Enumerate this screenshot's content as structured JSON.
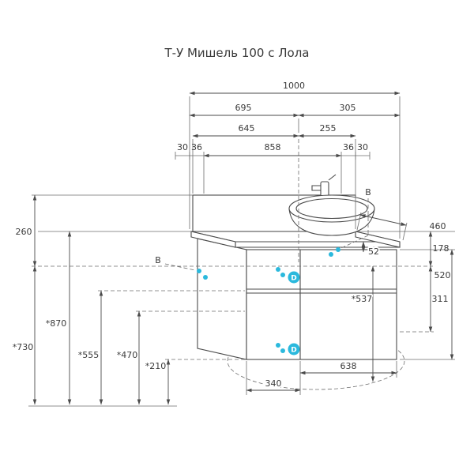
{
  "title": "Т-У Мишель 100 с Лола",
  "colors": {
    "line": "#4a4a4a",
    "accent": "#2bb9dd"
  },
  "dimensions": {
    "total_width": "1000",
    "span_left": "695",
    "span_right": "305",
    "inner_span_left": "645",
    "inner_span_right": "255",
    "edge_offset_left": "30",
    "mount_offset_left": "36",
    "panel_width": "858",
    "mount_offset_right": "36",
    "edge_offset_right": "30",
    "backsplash_height": "260",
    "height_counter_floor": "*870",
    "height_level_floor": "*730",
    "height_mid_floor": "*555",
    "height_low_floor": "*470",
    "height_bottom_gap": "*210",
    "depth": "460",
    "counter_edge_gap": "52",
    "counter_to_level": "178",
    "cabinet_height": "520",
    "level_span": "311",
    "drain_level": "*537",
    "bottom_span_right": "638",
    "bottom_span_left": "340"
  },
  "markers": {
    "water_supply": "B",
    "drain": "D"
  }
}
